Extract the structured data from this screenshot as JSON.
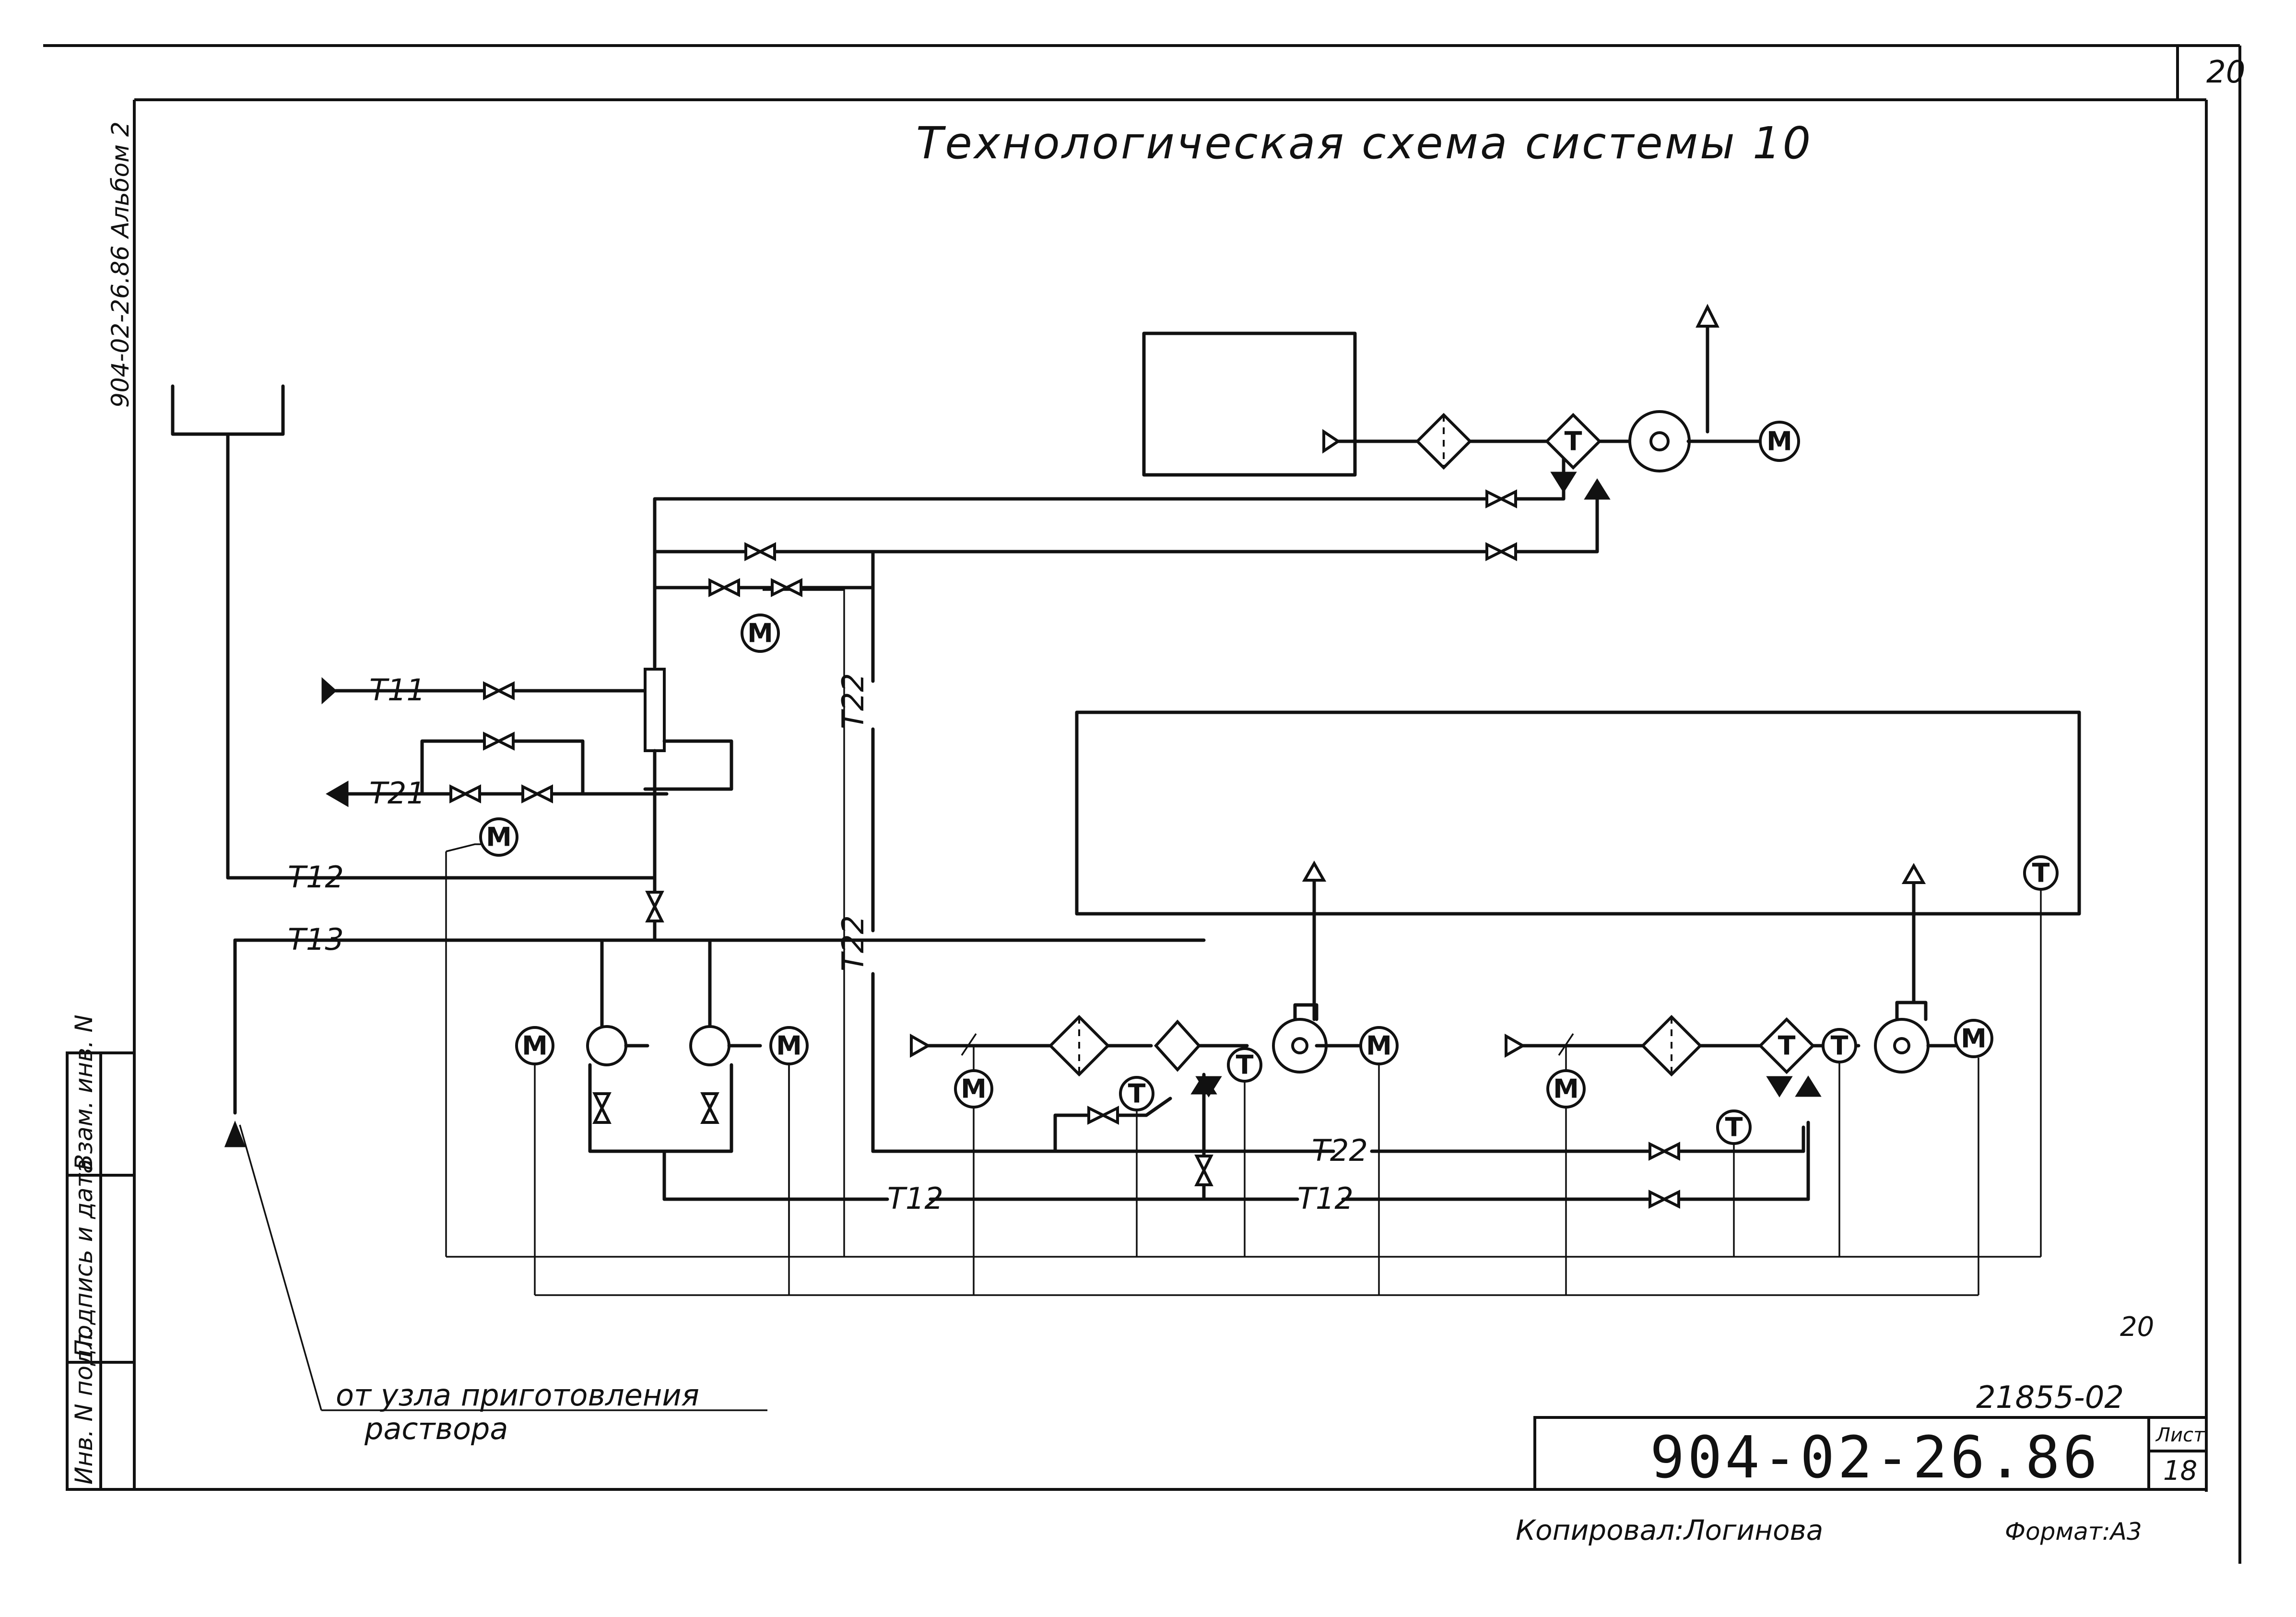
{
  "sheet": {
    "page_number": "20",
    "side_code": "904-02-26.86 Альбом 2",
    "title": "Технологическая схема системы 10",
    "drawing_code": "904-02-26.86",
    "sheet_label": "Лист",
    "sheet_number": "18",
    "archive_number": "21855-02",
    "corner_mark": "20",
    "copied_by": "Копировал:Логинова",
    "format": "Формат:А3"
  },
  "stamp": {
    "cells": [
      "Взам. инв. N",
      "Подпись и дата",
      "Инв. N подл."
    ]
  },
  "lines": {
    "t11": "Т11",
    "t21": "Т21",
    "t12": "Т12",
    "t13": "Т13",
    "t22": "Т22"
  },
  "symbols": {
    "motor": "М",
    "thermometer": "Т"
  },
  "source_note": {
    "line1": "от узла приготовления",
    "line2": "раствора"
  }
}
